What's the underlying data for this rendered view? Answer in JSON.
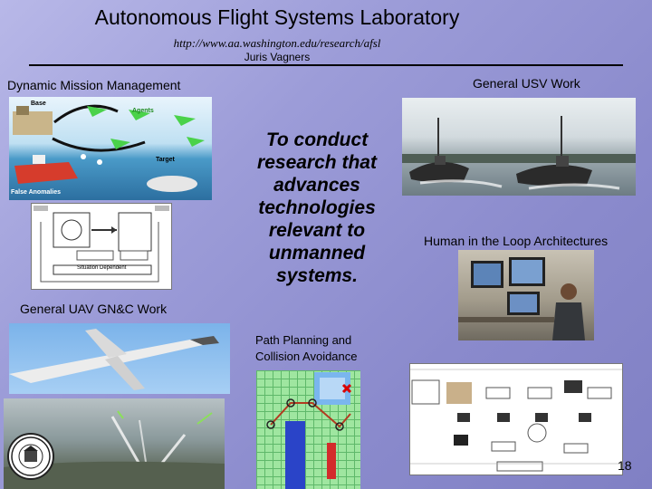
{
  "title": "Autonomous Flight Systems Laboratory",
  "url": "http://www.aa.washington.edu/research/afsl",
  "author": "Juris Vagners",
  "tagline": "To conduct research that advances technologies relevant to unmanned systems.",
  "labels": {
    "dynamic_mission": "Dynamic Mission Management",
    "usv": "General USV Work",
    "uav": "General UAV GN&C Work",
    "hitl": "Human in the Loop Architectures",
    "path_planning": "Path Planning and Collision Avoidance"
  },
  "mission_diagram": {
    "base": "Base",
    "agents": "Agents",
    "target": "Target",
    "false_anomalies": "False Anomalies",
    "situation_dependent": "Situation Dependent"
  },
  "page_number": "18"
}
